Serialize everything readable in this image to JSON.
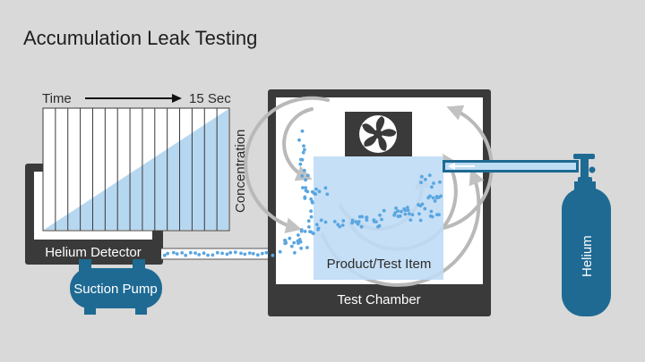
{
  "title": "Accumulation Leak Testing",
  "graph": {
    "x_label": "Time",
    "x_end_label": "15 Sec",
    "y_label": "Concentration",
    "grid_columns": 15
  },
  "labels": {
    "helium_detector": "Helium Detector",
    "suction_pump": "Suction Pump",
    "test_chamber": "Test Chamber",
    "product": "Product/Test Item",
    "helium": "Helium"
  },
  "icons": {
    "fan": "fan-icon",
    "valve": "valve-icon",
    "cylinder": "gas-cylinder-icon",
    "arrow": "arrow-right-icon"
  },
  "colors": {
    "background": "#d9d9d9",
    "dark_frame": "#3a3a3a",
    "helium_blue": "#1e6a93",
    "concentration_fill": "#b6d7f0",
    "product_fill": "#bfdcf5",
    "particle": "#5aa6e0",
    "swirl": "#b9b9b9"
  }
}
